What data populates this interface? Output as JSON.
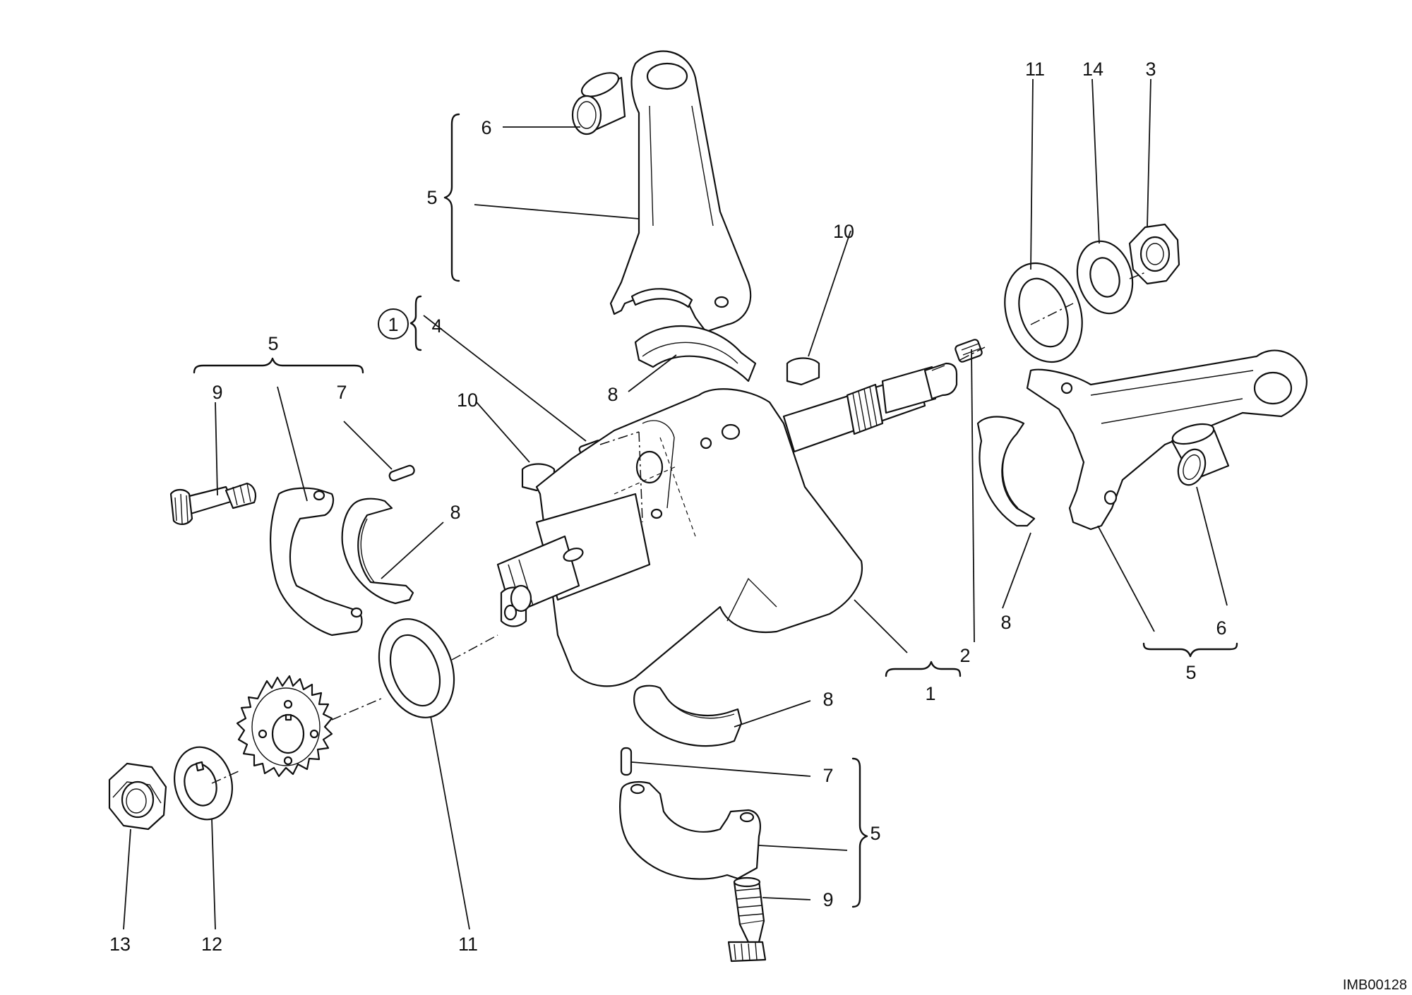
{
  "callouts": [
    {
      "id": "c-5-top",
      "label": "5"
    },
    {
      "id": "c-6-top",
      "label": "6"
    },
    {
      "id": "c-1-circled",
      "label": "1"
    },
    {
      "id": "c-4",
      "label": "4"
    },
    {
      "id": "c-10-top",
      "label": "10"
    },
    {
      "id": "c-8-top",
      "label": "8"
    },
    {
      "id": "c-10-mid",
      "label": "10"
    },
    {
      "id": "c-5-left",
      "label": "5"
    },
    {
      "id": "c-9-left",
      "label": "9"
    },
    {
      "id": "c-7-left",
      "label": "7"
    },
    {
      "id": "c-8-left",
      "label": "8"
    },
    {
      "id": "c-11-top",
      "label": "11"
    },
    {
      "id": "c-14",
      "label": "14"
    },
    {
      "id": "c-3",
      "label": "3"
    },
    {
      "id": "c-8-right",
      "label": "8"
    },
    {
      "id": "c-6-right",
      "label": "6"
    },
    {
      "id": "c-5-right",
      "label": "5"
    },
    {
      "id": "c-2",
      "label": "2"
    },
    {
      "id": "c-1",
      "label": "1"
    },
    {
      "id": "c-8-bottom",
      "label": "8"
    },
    {
      "id": "c-7-bottom",
      "label": "7"
    },
    {
      "id": "c-5-bottom",
      "label": "5"
    },
    {
      "id": "c-9-bottom",
      "label": "9"
    },
    {
      "id": "c-13",
      "label": "13"
    },
    {
      "id": "c-12",
      "label": "12"
    },
    {
      "id": "c-11-bottom",
      "label": "11"
    }
  ],
  "drawing_code": "IMB00128"
}
